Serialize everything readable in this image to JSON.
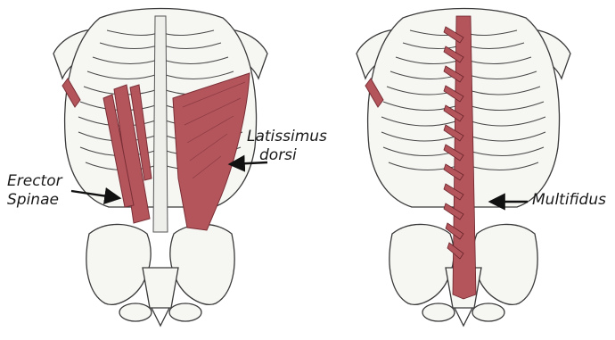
{
  "labels": {
    "erector_spinae_line1": "Erector",
    "erector_spinae_line2": "Spinae",
    "latissimus_line1": "Latissimus",
    "latissimus_line2": "dorsi",
    "multifidus": "Multifidus"
  },
  "colors": {
    "muscle": "#b4555c",
    "muscle_dark": "#7a2e35",
    "bone_outline": "#3a3a3a",
    "bone_fill": "#f6f6f3",
    "arrow": "#111111"
  },
  "icons": [
    "skeleton-back-illustration",
    "arrow-icon"
  ]
}
